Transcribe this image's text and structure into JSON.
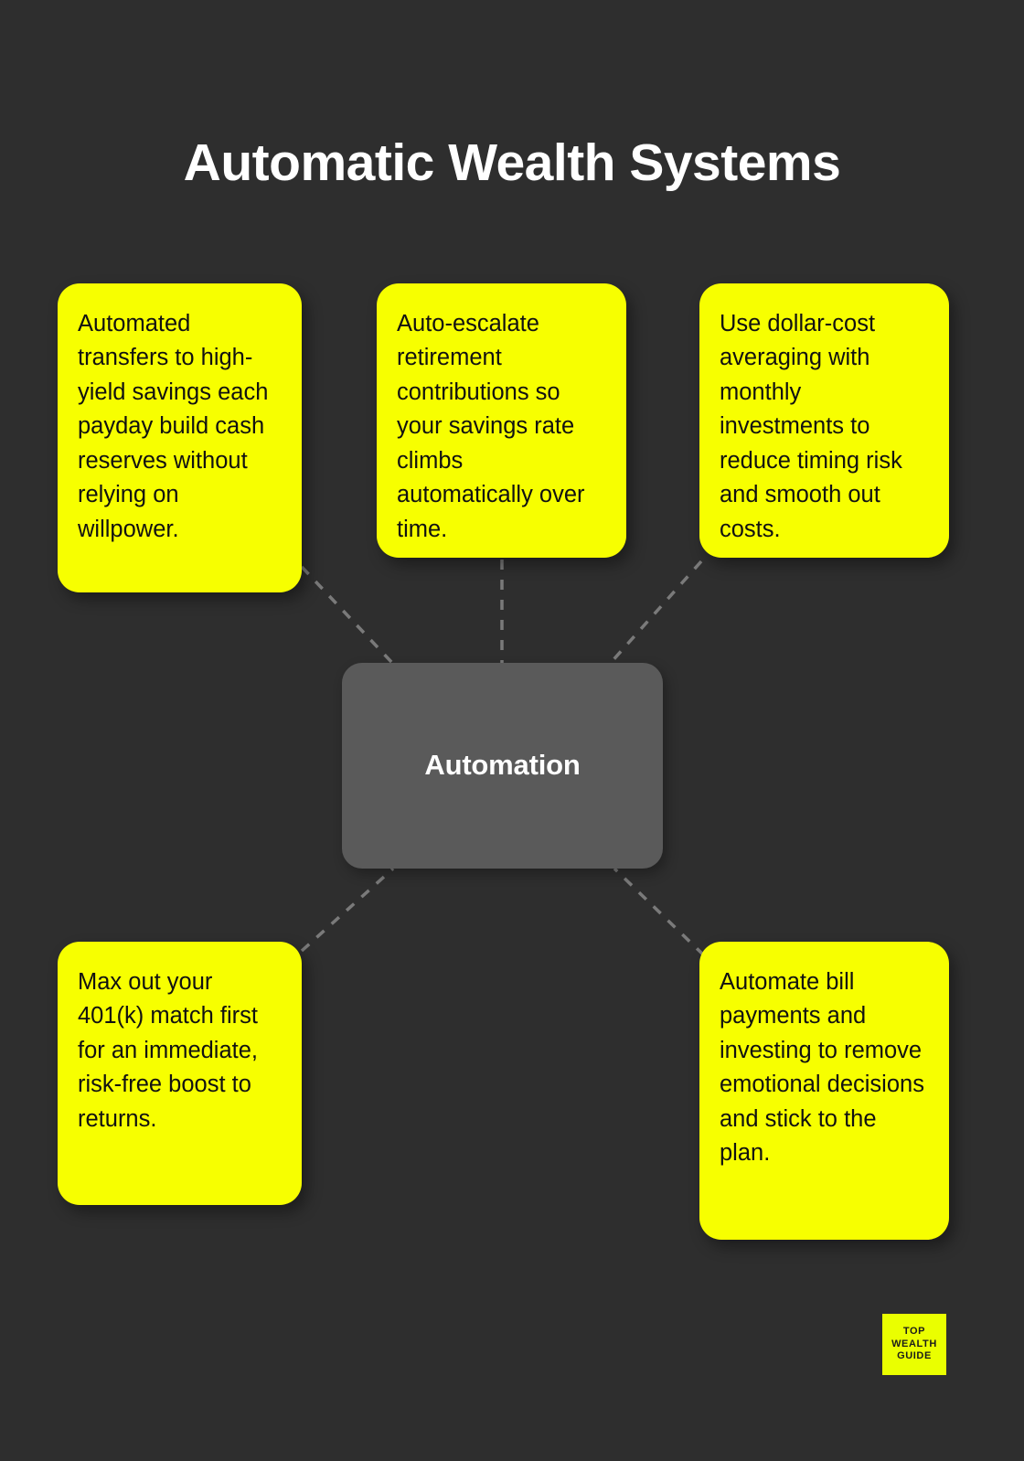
{
  "page": {
    "title": "Automatic Wealth Systems",
    "background_color": "#2e2e2e",
    "accent_color": "#f7ff00",
    "center_color": "#5a5a5a",
    "connector_color": "#7a7a7a"
  },
  "center_node": {
    "label": "Automation"
  },
  "cards": [
    {
      "id": "card-automated-transfers",
      "text": "Automated transfers to high-yield savings each payday build cash reserves without relying on willpower.",
      "position": "top-left"
    },
    {
      "id": "card-auto-escalate",
      "text": "Auto-escalate retirement contributions so your savings rate climbs automatically over time.",
      "position": "top-center"
    },
    {
      "id": "card-dollar-cost-averaging",
      "text": "Use dollar-cost averaging with monthly investments to reduce timing risk and smooth out costs.",
      "position": "top-right"
    },
    {
      "id": "card-401k-match",
      "text": "Max out your 401(k) match first for an immediate, risk-free boost to returns.",
      "position": "bottom-left"
    },
    {
      "id": "card-automate-bills",
      "text": "Automate bill payments and investing to remove emotional decisions and stick to the plan.",
      "position": "bottom-right"
    }
  ],
  "brand": {
    "line1": "TOP",
    "line2": "WEALTH",
    "line3": "GUIDE"
  },
  "connectors": [
    {
      "from": "card-automated-transfers",
      "to": "center_node"
    },
    {
      "from": "card-auto-escalate",
      "to": "center_node"
    },
    {
      "from": "card-dollar-cost-averaging",
      "to": "center_node"
    },
    {
      "from": "card-401k-match",
      "to": "center_node"
    },
    {
      "from": "card-automate-bills",
      "to": "center_node"
    }
  ]
}
